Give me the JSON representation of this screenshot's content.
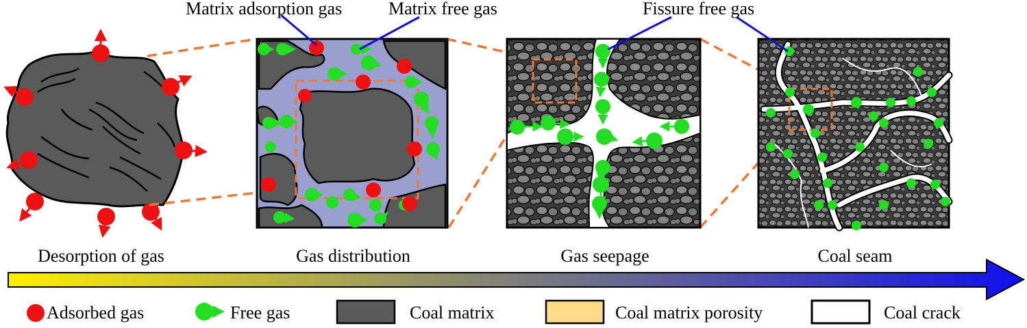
{
  "callouts": {
    "matrix_adsorption_gas": "Matrix adsorption gas",
    "matrix_free_gas": "Matrix free gas",
    "fissure_free_gas": "Fissure free gas"
  },
  "stages": [
    {
      "caption": "Desorption of gas"
    },
    {
      "caption": "Gas distribution"
    },
    {
      "caption": "Gas seepage"
    },
    {
      "caption": "Coal seam"
    }
  ],
  "legend": {
    "adsorbed_gas": "Adsorbed gas",
    "free_gas": "Free gas",
    "coal_matrix": "Coal matrix",
    "coal_matrix_porosity": "Coal matrix porosity",
    "coal_crack": "Coal crack"
  },
  "colors": {
    "adsorbed_gas": "#ee1111",
    "free_gas": "#22dd22",
    "coal_matrix": "#5a5a5a",
    "porosity_fill": "#9b9fd0",
    "porosity_legend": "#ffd98a",
    "zoom_lines": "#ee7733",
    "callout_lines": "#1010cc",
    "arrow_start": "#ffee00",
    "arrow_end": "#1010ee"
  }
}
